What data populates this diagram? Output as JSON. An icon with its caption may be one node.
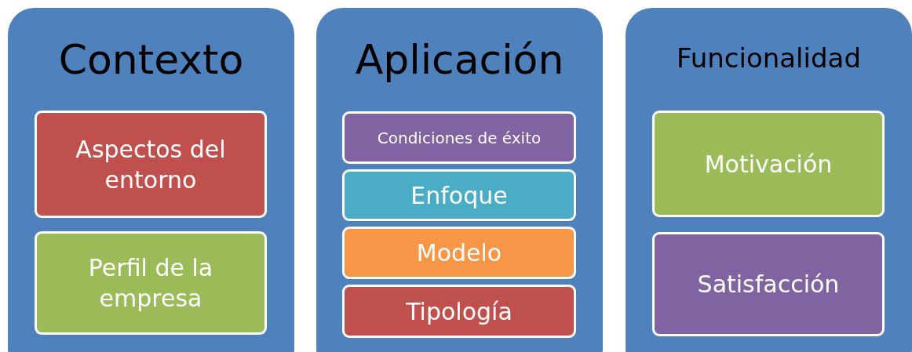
{
  "diagram": {
    "nodes": [
      {
        "text": [
          "Contexto"
        ]
      },
      {
        "text": [
          "Aspectos del entorno"
        ],
        "in": 0
      },
      {
        "text": [
          "Perfil de la empresa"
        ],
        "in": 0
      },
      {
        "text": [
          "Aplicación"
        ]
      },
      {
        "text": [
          "Condiciones de éxito"
        ],
        "in": 3
      },
      {
        "text": [
          "Enfoque"
        ],
        "in": 3
      },
      {
        "text": [
          "Modelo"
        ],
        "in": 3
      },
      {
        "text": [
          "Tipología"
        ],
        "in": 3
      },
      {
        "text": [
          "Funcionalidad"
        ]
      },
      {
        "text": [
          "Motivación"
        ],
        "in": 8
      },
      {
        "text": [
          "Satisfacción"
        ],
        "in": 8
      }
    ]
  }
}
